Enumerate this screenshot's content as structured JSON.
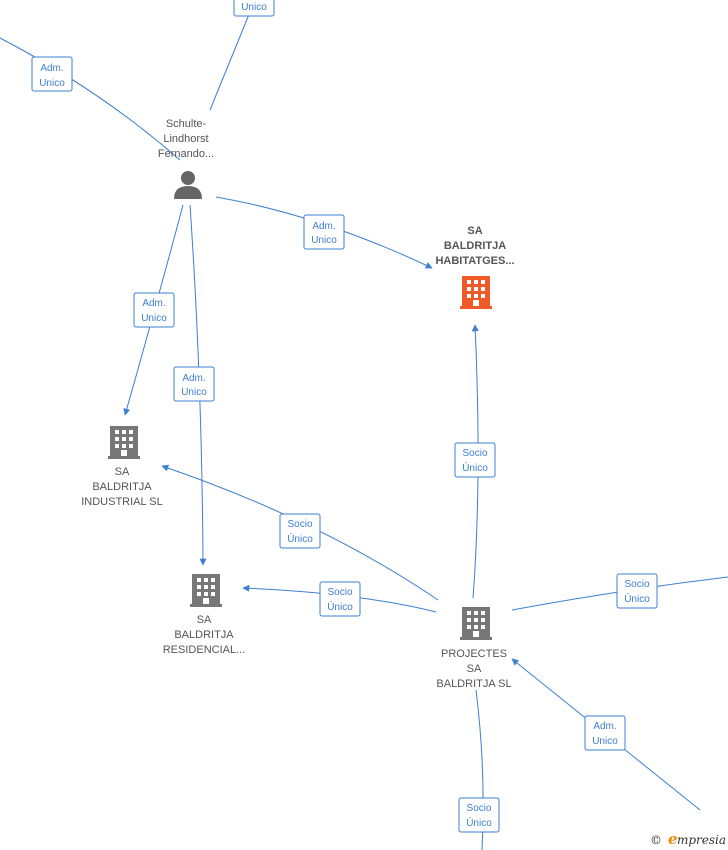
{
  "colors": {
    "edge": "#3d7fd1",
    "building": "#777777",
    "building_highlight": "#f05a28",
    "person": "#666666",
    "label": "#555555"
  },
  "nodes": {
    "person": {
      "lines": [
        "Schulte-",
        "Lindhorst",
        "Fernando..."
      ],
      "icon": "person-icon"
    },
    "habitatges": {
      "lines": [
        "SA",
        "BALDRITJA",
        "HABITATGES..."
      ],
      "icon": "building-icon",
      "highlight": true
    },
    "industrial": {
      "lines": [
        "SA",
        "BALDRITJA",
        "INDUSTRIAL  SL"
      ],
      "icon": "building-icon"
    },
    "residencial": {
      "lines": [
        "SA",
        "BALDRITJA",
        "RESIDENCIAL..."
      ],
      "icon": "building-icon"
    },
    "projectes": {
      "lines": [
        "PROJECTES",
        "SA",
        "BALDRITJA  SL"
      ],
      "icon": "building-icon"
    }
  },
  "edges": {
    "top_unico": [
      "Unico"
    ],
    "left_adm": [
      "Adm.",
      "Unico"
    ],
    "person_habitatges": [
      "Adm.",
      "Unico"
    ],
    "person_industrial": [
      "Adm.",
      "Unico"
    ],
    "person_residencial": [
      "Adm.",
      "Unico"
    ],
    "projectes_habitatges": [
      "Socio",
      "Único"
    ],
    "projectes_industrial": [
      "Socio",
      "Único"
    ],
    "projectes_residencial": [
      "Socio",
      "Único"
    ],
    "right_socio": [
      "Socio",
      "Único"
    ],
    "bottomright_adm": [
      "Adm.",
      "Unico"
    ],
    "bottom_socio": [
      "Socio",
      "Único"
    ]
  },
  "watermark": {
    "copyright": "©",
    "brand_initial": "e",
    "brand_rest": "mpresia"
  }
}
